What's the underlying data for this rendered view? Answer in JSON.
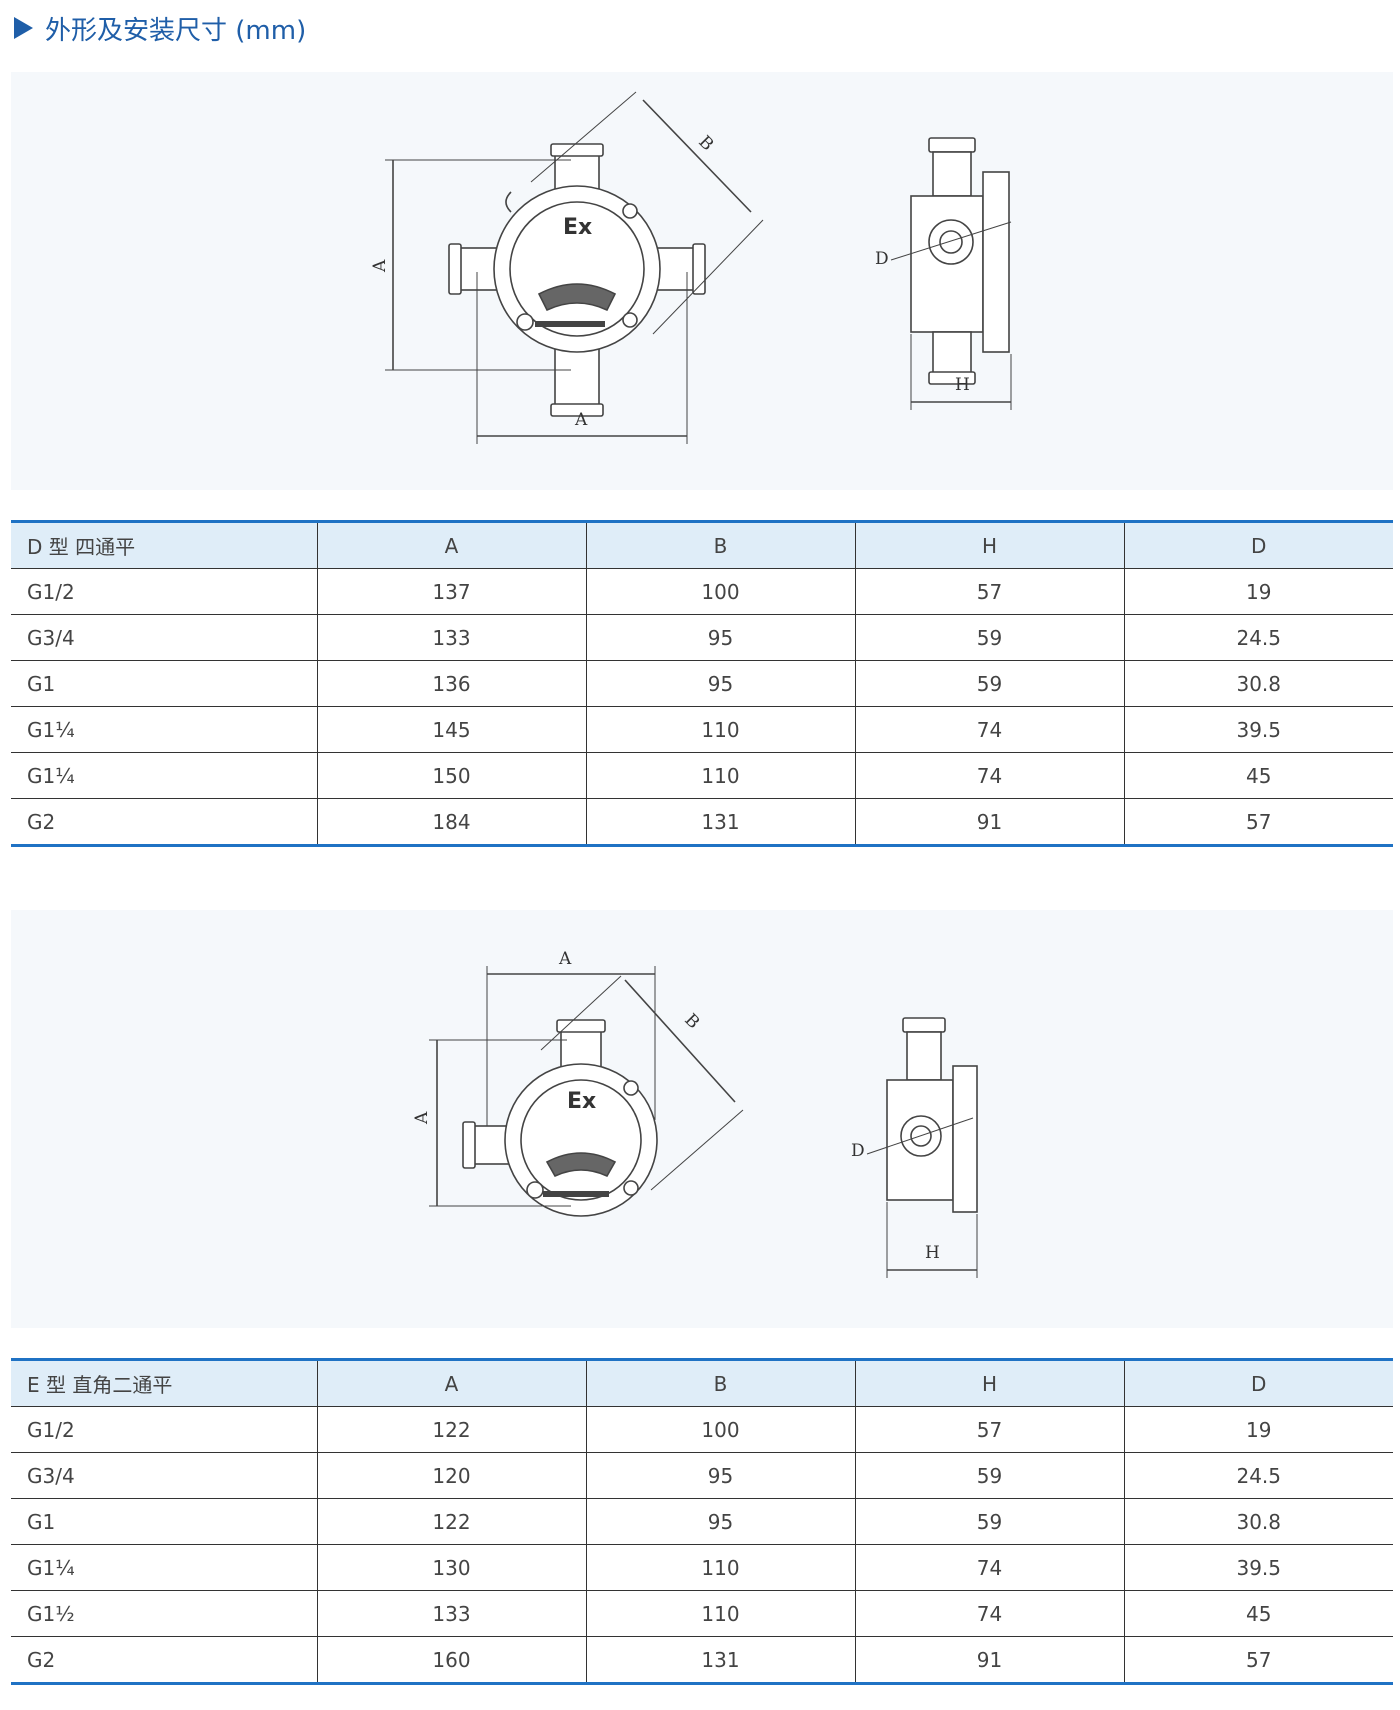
{
  "page": {
    "title": "外形及安装尺寸 (mm)"
  },
  "drawing_labels": {
    "A": "A",
    "B": "B",
    "H": "H",
    "D": "D",
    "ex": "Ex"
  },
  "tables": [
    {
      "headers": [
        "D 型 四通平",
        "A",
        "B",
        "H",
        "D"
      ],
      "rows": [
        [
          "G1/2",
          "137",
          "100",
          "57",
          "19"
        ],
        [
          "G3/4",
          "133",
          "95",
          "59",
          "24.5"
        ],
        [
          "G1",
          "136",
          "95",
          "59",
          "30.8"
        ],
        [
          "G1¼",
          "145",
          "110",
          "74",
          "39.5"
        ],
        [
          "G1¼",
          "150",
          "110",
          "74",
          "45"
        ],
        [
          "G2",
          "184",
          "131",
          "91",
          "57"
        ]
      ]
    },
    {
      "headers": [
        "E 型 直角二通平",
        "A",
        "B",
        "H",
        "D"
      ],
      "rows": [
        [
          "G1/2",
          "122",
          "100",
          "57",
          "19"
        ],
        [
          "G3/4",
          "120",
          "95",
          "59",
          "24.5"
        ],
        [
          "G1",
          "122",
          "95",
          "59",
          "30.8"
        ],
        [
          "G1¼",
          "130",
          "110",
          "74",
          "39.5"
        ],
        [
          "G1½",
          "133",
          "110",
          "74",
          "45"
        ],
        [
          "G2",
          "160",
          "131",
          "91",
          "57"
        ]
      ]
    }
  ]
}
